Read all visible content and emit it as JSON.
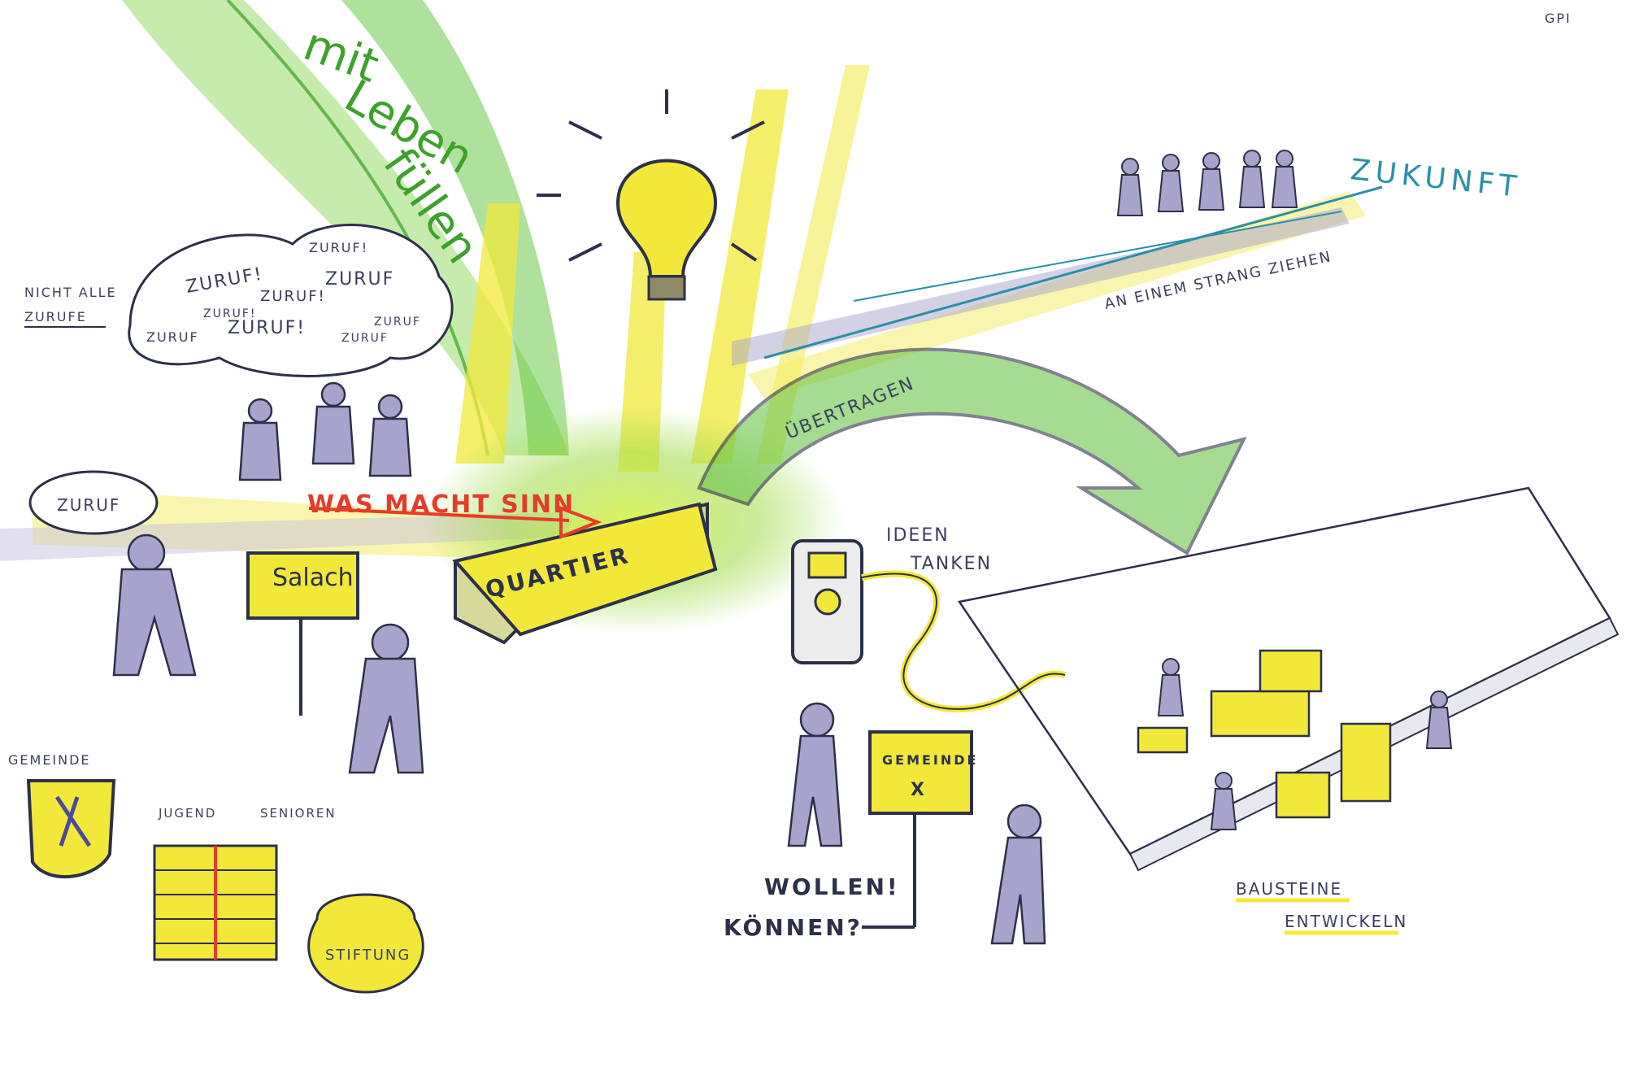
{
  "signature": "GPI",
  "mit_leben": [
    "mit",
    "Leben",
    "füllen"
  ],
  "nicht_alle_zurufe": [
    "NICHT ALLE",
    "ZURUFE"
  ],
  "zuruf_bubble": [
    "ZURUF!",
    "ZURUF!",
    "ZURUF",
    "ZURUF!",
    "ZURUF",
    "ZURUF!",
    "ZURUF",
    "ZURUF!",
    "ZURUF"
  ],
  "zuruf_small": "ZURUF",
  "was_macht_sinn": "WAS MACHT SINN",
  "quartier": "QUARTIER",
  "sign_salach": "Salach",
  "uebertragen": "ÜBERTRAGEN",
  "ideen_tanken": [
    "IDEEN",
    "TANKEN"
  ],
  "zukunft": "ZUKUNFT",
  "an_einem_strang": "AN EINEM STRANG ZIEHEN",
  "gemeinde_label": "GEMEINDE",
  "jugend": "JUGEND",
  "senioren": "SENIOREN",
  "stiftung": "STIFTUNG",
  "gemeinde_x": [
    "GEMEINDE",
    "X"
  ],
  "wollen": "WOLLEN!",
  "koennen": "KÖNNEN?",
  "bausteine": [
    "BAUSTEINE",
    "ENTWICKELN"
  ],
  "colors": {
    "yellow": "#f2e83a",
    "green": "#5ec43a",
    "lilac": "#a8a3cc",
    "ink": "#2c3048",
    "red": "#e53b2a",
    "teal": "#2b8fa6"
  }
}
